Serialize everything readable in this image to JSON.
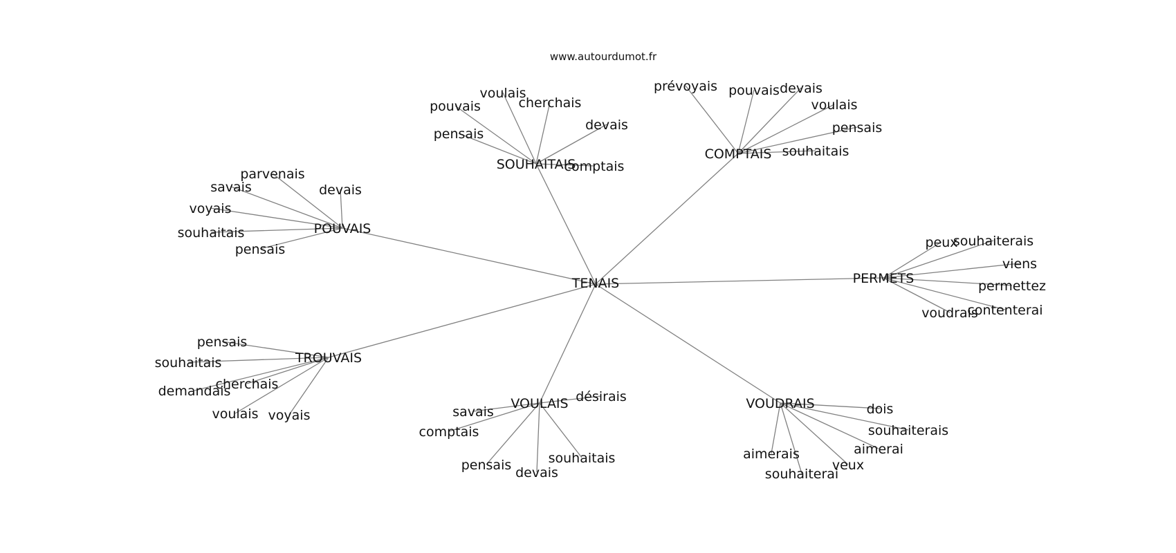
{
  "watermark": "www.autourdumot.fr",
  "graph": {
    "center": "TENAIS",
    "hubs": [
      {
        "label": "SOUHAITAIS",
        "leaves": [
          "voulais",
          "cherchais",
          "pouvais",
          "devais",
          "pensais",
          "comptais"
        ]
      },
      {
        "label": "COMPTAIS",
        "leaves": [
          "prévoyais",
          "pouvais",
          "devais",
          "voulais",
          "pensais",
          "souhaitais"
        ]
      },
      {
        "label": "POUVAIS",
        "leaves": [
          "parvenais",
          "savais",
          "devais",
          "voyais",
          "souhaitais",
          "pensais"
        ]
      },
      {
        "label": "PERMETS",
        "leaves": [
          "peux",
          "souhaiterais",
          "viens",
          "permettez",
          "voudrais",
          "contenterai"
        ]
      },
      {
        "label": "TROUVAIS",
        "leaves": [
          "pensais",
          "souhaitais",
          "cherchais",
          "demandais",
          "voulais",
          "voyais"
        ]
      },
      {
        "label": "VOULAIS",
        "leaves": [
          "désirais",
          "savais",
          "comptais",
          "pensais",
          "devais",
          "souhaitais"
        ]
      },
      {
        "label": "VOUDRAIS",
        "leaves": [
          "dois",
          "souhaiterais",
          "aimerai",
          "aimerais",
          "veux",
          "souhaiterai"
        ]
      }
    ]
  }
}
